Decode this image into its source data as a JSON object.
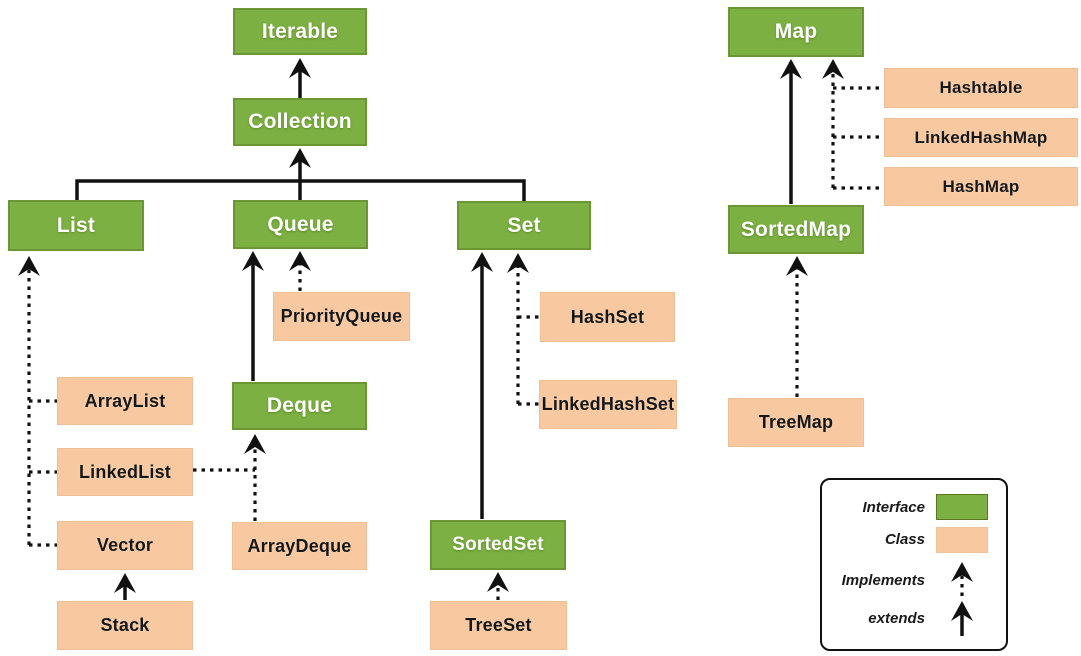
{
  "palette": {
    "interface_fill": "#7cb042",
    "interface_border": "#6a9733",
    "class_fill": "#f8c9a0",
    "class_border": "#eebf94",
    "interface_text": "#ffffff",
    "class_text": "#161616",
    "line_color": "#111111",
    "background": "#ffffff"
  },
  "nodes": {
    "iterable": {
      "label": "Iterable",
      "kind": "interface"
    },
    "collection": {
      "label": "Collection",
      "kind": "interface"
    },
    "list": {
      "label": "List",
      "kind": "interface"
    },
    "queue": {
      "label": "Queue",
      "kind": "interface"
    },
    "set": {
      "label": "Set",
      "kind": "interface"
    },
    "map": {
      "label": "Map",
      "kind": "interface"
    },
    "deque": {
      "label": "Deque",
      "kind": "interface"
    },
    "sortedset": {
      "label": "SortedSet",
      "kind": "interface"
    },
    "sortedmap": {
      "label": "SortedMap",
      "kind": "interface"
    },
    "arraylist": {
      "label": "ArrayList",
      "kind": "class"
    },
    "linkedlist": {
      "label": "LinkedList",
      "kind": "class"
    },
    "vector": {
      "label": "Vector",
      "kind": "class"
    },
    "stack": {
      "label": "Stack",
      "kind": "class"
    },
    "priorityqueue": {
      "label": "PriorityQueue",
      "kind": "class"
    },
    "arraydeque": {
      "label": "ArrayDeque",
      "kind": "class"
    },
    "hashset": {
      "label": "HashSet",
      "kind": "class"
    },
    "linkedhashset": {
      "label": "LinkedHashSet",
      "kind": "class"
    },
    "treeset": {
      "label": "TreeSet",
      "kind": "class"
    },
    "hashtable": {
      "label": "Hashtable",
      "kind": "class"
    },
    "linkedhashmap": {
      "label": "LinkedHashMap",
      "kind": "class"
    },
    "hashmap": {
      "label": "HashMap",
      "kind": "class"
    },
    "treemap": {
      "label": "TreeMap",
      "kind": "class"
    }
  },
  "edges": [
    {
      "from": "Collection",
      "to": "Iterable",
      "relation": "extends"
    },
    {
      "from": "List",
      "to": "Collection",
      "relation": "extends"
    },
    {
      "from": "Queue",
      "to": "Collection",
      "relation": "extends"
    },
    {
      "from": "Set",
      "to": "Collection",
      "relation": "extends"
    },
    {
      "from": "ArrayList",
      "to": "List",
      "relation": "implements"
    },
    {
      "from": "LinkedList",
      "to": "List",
      "relation": "implements"
    },
    {
      "from": "Vector",
      "to": "List",
      "relation": "implements"
    },
    {
      "from": "Stack",
      "to": "Vector",
      "relation": "extends"
    },
    {
      "from": "Deque",
      "to": "Queue",
      "relation": "extends"
    },
    {
      "from": "PriorityQueue",
      "to": "Queue",
      "relation": "implements"
    },
    {
      "from": "LinkedList",
      "to": "Deque",
      "relation": "implements"
    },
    {
      "from": "ArrayDeque",
      "to": "Deque",
      "relation": "implements"
    },
    {
      "from": "HashSet",
      "to": "Set",
      "relation": "implements"
    },
    {
      "from": "LinkedHashSet",
      "to": "Set",
      "relation": "implements"
    },
    {
      "from": "SortedSet",
      "to": "Set",
      "relation": "extends"
    },
    {
      "from": "TreeSet",
      "to": "SortedSet",
      "relation": "implements"
    },
    {
      "from": "SortedMap",
      "to": "Map",
      "relation": "extends"
    },
    {
      "from": "Hashtable",
      "to": "Map",
      "relation": "implements"
    },
    {
      "from": "LinkedHashMap",
      "to": "Map",
      "relation": "implements"
    },
    {
      "from": "HashMap",
      "to": "Map",
      "relation": "implements"
    },
    {
      "from": "TreeMap",
      "to": "SortedMap",
      "relation": "implements"
    }
  ],
  "legend": {
    "interface_label": "Interface",
    "class_label": "Class",
    "implements_label": "Implements",
    "extends_label": "extends"
  }
}
